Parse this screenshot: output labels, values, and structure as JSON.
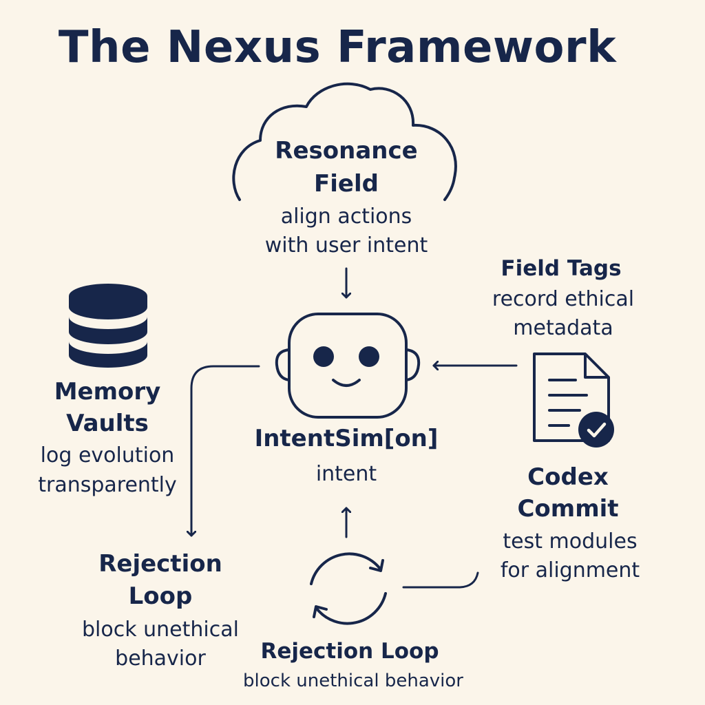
{
  "title": "The Nexus Framework",
  "nodes": {
    "resonance_field": {
      "title_line1": "Resonance",
      "title_line2": "Field",
      "desc_line1": "align actions",
      "desc_line2": "with user intent",
      "icon": "cloud-icon"
    },
    "field_tags": {
      "title": "Field Tags",
      "desc_line1": "record ethical",
      "desc_line2": "metadata"
    },
    "memory_vaults": {
      "title_line1": "Memory",
      "title_line2": "Vaults",
      "desc_line1": "log evolution",
      "desc_line2": "transparently",
      "icon": "database-icon"
    },
    "intentsim": {
      "title": "IntentSim[on]",
      "desc": "intent",
      "icon": "robot-face-icon"
    },
    "codex_commit": {
      "title_line1": "Codex",
      "title_line2": "Commit",
      "desc_line1": "test modules",
      "desc_line2": "for alignment",
      "icon": "document-check-icon"
    },
    "rejection_loop_left": {
      "title_line1": "Rejection",
      "title_line2": "Loop",
      "desc_line1": "block unethical",
      "desc_line2": "behavior"
    },
    "rejection_loop_bottom": {
      "title": "Rejection Loop",
      "desc": "block unethical behavior",
      "icon": "cycle-arrows-icon"
    }
  },
  "colors": {
    "background": "#fbf5ea",
    "ink": "#17264a"
  }
}
